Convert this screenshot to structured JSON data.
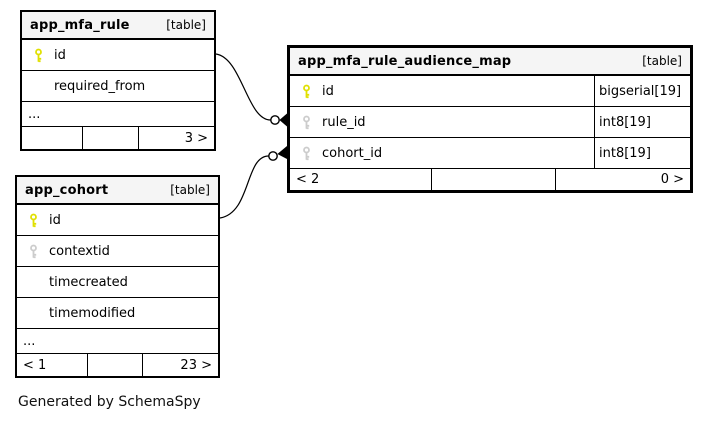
{
  "diagram": {
    "caption": "Generated by SchemaSpy",
    "colors": {
      "primary_key": "#e0e000",
      "foreign_key": "#cccccc",
      "header_bg": "#f5f5f5",
      "border": "#000000"
    },
    "tables": [
      {
        "name": "app_mfa_rule",
        "tag": "[table]",
        "columns": [
          {
            "name": "id",
            "icon": "primary-key"
          },
          {
            "name": "required_from",
            "icon": null
          },
          {
            "name": "...",
            "icon": null
          }
        ],
        "footer": [
          "",
          "",
          "3 >"
        ]
      },
      {
        "name": "app_mfa_rule_audience_map",
        "tag": "[table]",
        "columns": [
          {
            "name": "id",
            "icon": "primary-key",
            "type": "bigserial[19]"
          },
          {
            "name": "rule_id",
            "icon": "foreign-key",
            "type": "int8[19]"
          },
          {
            "name": "cohort_id",
            "icon": "foreign-key",
            "type": "int8[19]"
          }
        ],
        "footer": [
          "< 2",
          "",
          "0 >"
        ]
      },
      {
        "name": "app_cohort",
        "tag": "[table]",
        "columns": [
          {
            "name": "id",
            "icon": "primary-key"
          },
          {
            "name": "contextid",
            "icon": "foreign-key"
          },
          {
            "name": "timecreated",
            "icon": null
          },
          {
            "name": "timemodified",
            "icon": null
          },
          {
            "name": "...",
            "icon": null
          }
        ],
        "footer": [
          "< 1",
          "",
          "23 >"
        ]
      }
    ],
    "relationships": [
      {
        "from": "app_mfa_rule.id",
        "to": "app_mfa_rule_audience_map.rule_id"
      },
      {
        "from": "app_cohort.id",
        "to": "app_mfa_rule_audience_map.cohort_id"
      }
    ]
  }
}
